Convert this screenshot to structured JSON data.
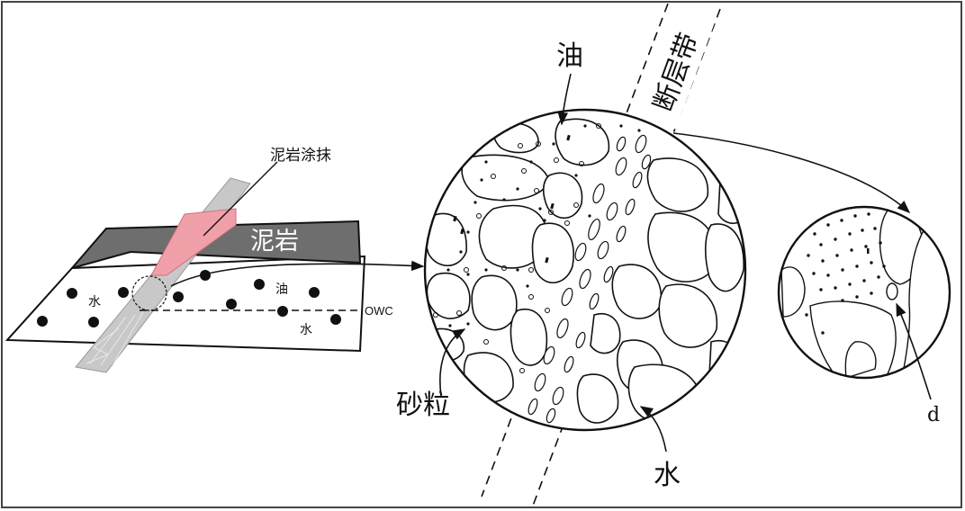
{
  "labels": {
    "mudstone_smear": "泥岩涂抹",
    "mudstone": "泥岩",
    "water_left": "水",
    "oil_left": "油",
    "water_right": "水",
    "owc": "OWC",
    "oil_top": "油",
    "fault_zone": "断层带",
    "sand_grain": "砂粒",
    "water_bottom": "水",
    "d_label": "d"
  },
  "colors": {
    "mudstone_fill": "#6e6e6e",
    "smear_fill": "#f0a0a8",
    "fault_band": "#c8c8c8",
    "ink": "#111111"
  }
}
